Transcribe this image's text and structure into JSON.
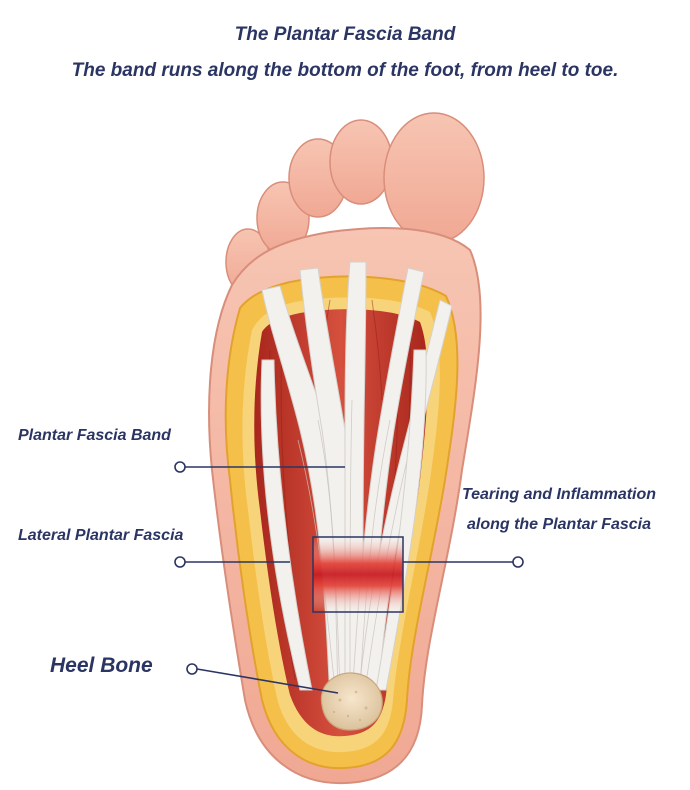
{
  "header": {
    "title": "The Plantar Fascia Band",
    "subtitle": "The band runs along the bottom of the foot, from heel to toe."
  },
  "labels": {
    "plantar_fascia_band": "Plantar Fascia Band",
    "lateral_plantar_fascia": "Lateral Plantar Fascia",
    "heel_bone": "Heel Bone",
    "tearing_line1": "Tearing and Inflammation",
    "tearing_line2": "along the Plantar Fascia"
  },
  "colors": {
    "text": "#2b3563",
    "skin": "#f4b7a3",
    "fat": "#f4c04a",
    "muscle": "#c0392b",
    "fascia": "#f3f1ee",
    "inflammation": "#d9232b",
    "bone": "#efd7b4",
    "leader": "#2b3563"
  }
}
